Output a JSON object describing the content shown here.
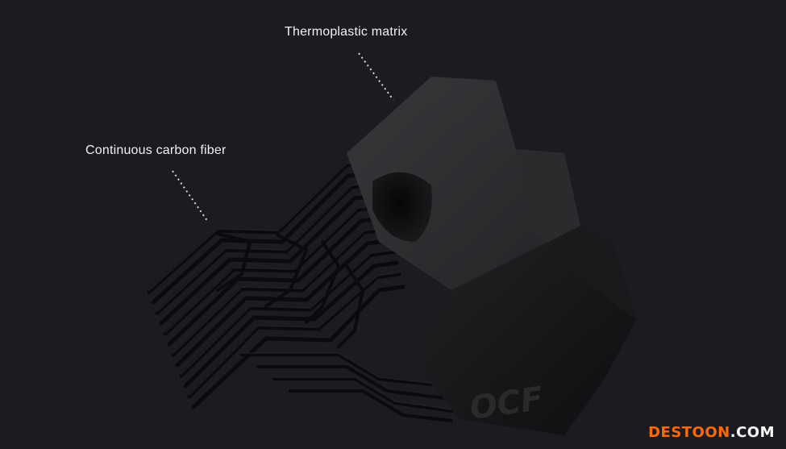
{
  "callouts": {
    "thermoplastic_matrix": "Thermoplastic matrix",
    "continuous_carbon_fiber": "Continuous carbon fiber"
  },
  "part_engraving": "OCF",
  "watermark": {
    "brand": "DESTOON",
    "suffix": ".COM"
  },
  "colors": {
    "background": "#1c1c20",
    "label_text": "#f2f2f2",
    "part_face_light": "#2e2e31",
    "part_face_dark": "#121214",
    "fiber": "#0c0c0e",
    "watermark_accent": "#ff6a00"
  }
}
